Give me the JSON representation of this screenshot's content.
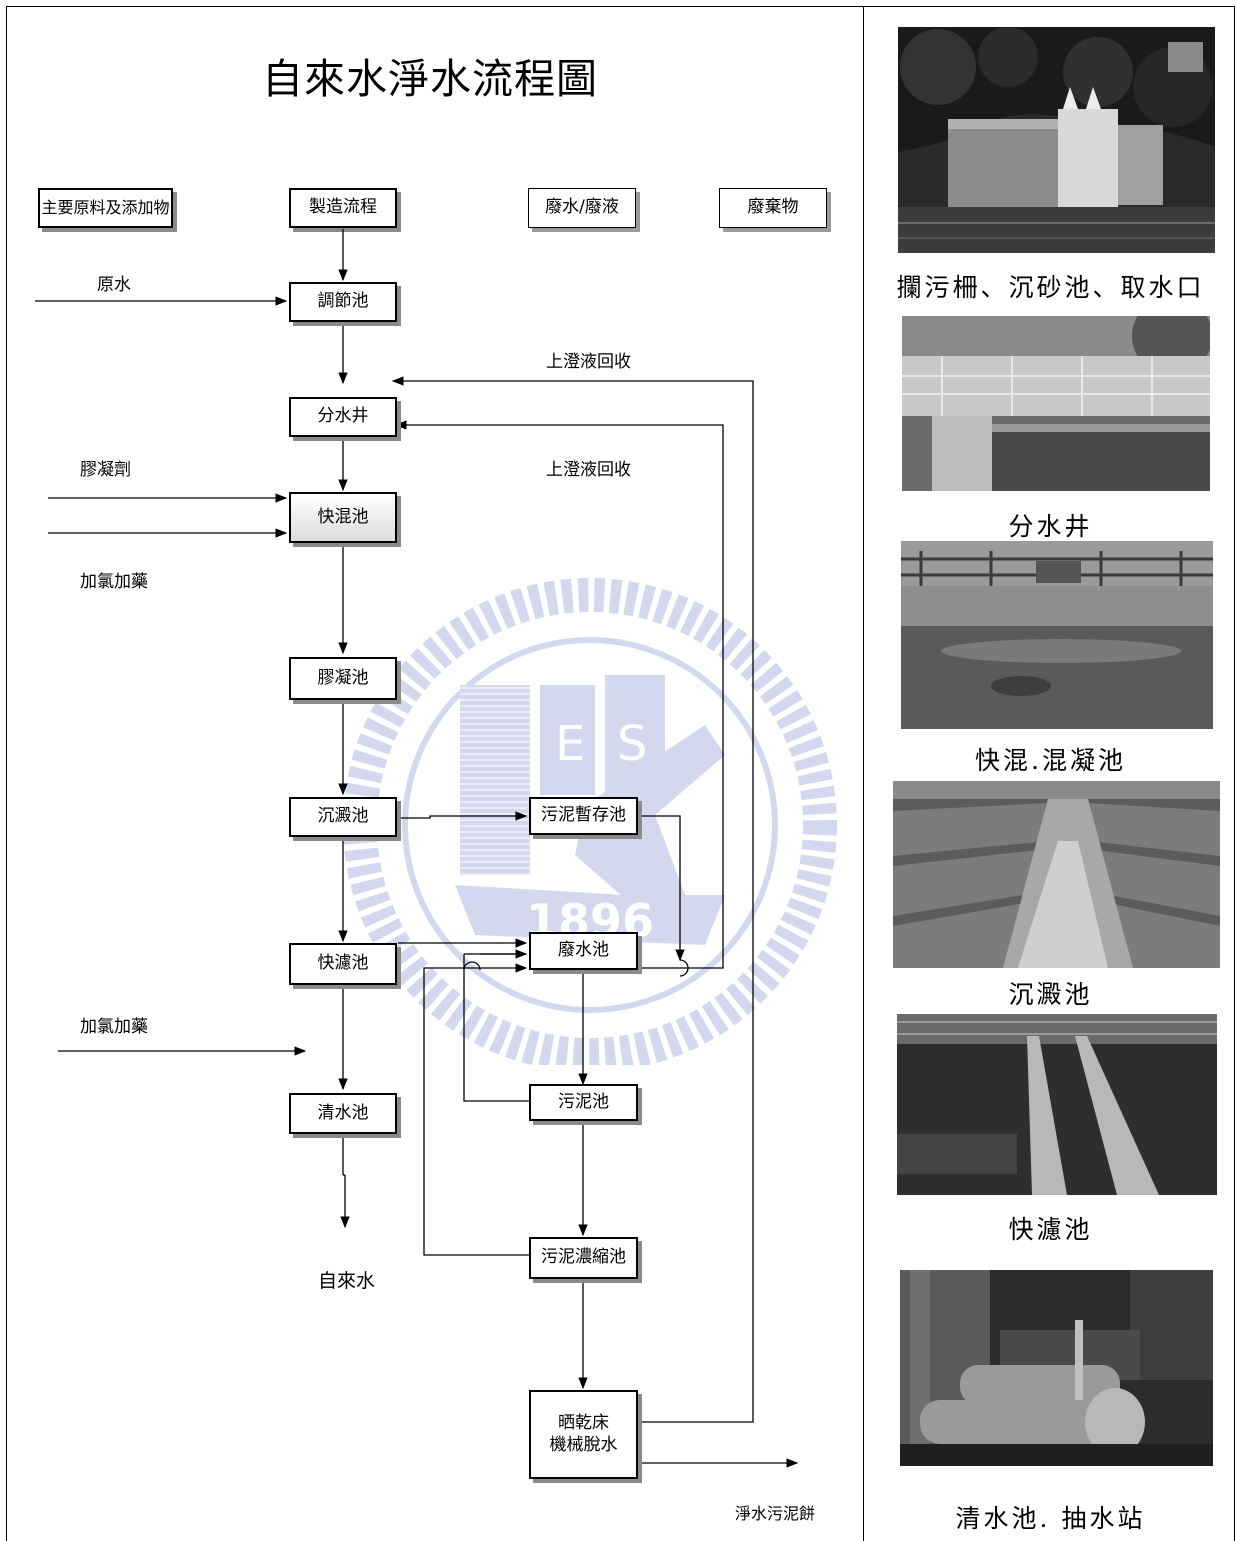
{
  "title": "自來水淨水流程圖",
  "headers": {
    "materials": "主要原料及添加物",
    "process": "製造流程",
    "wastewater": "廢水/廢液",
    "waste": "廢棄物"
  },
  "process_boxes": {
    "regulating": "調節池",
    "splitting": "分水井",
    "rapid_mix": "快混池",
    "coagulation": "膠凝池",
    "sedimentation": "沉澱池",
    "rapid_filter": "快濾池",
    "clear_water": "清水池",
    "sludge_temp": "污泥暫存池",
    "waste_water_pool": "廢水池",
    "sludge_pool": "污泥池",
    "sludge_thicken": "污泥濃縮池",
    "drying": "晒乾床\n機械脫水"
  },
  "labels": {
    "raw_water": "原水",
    "supernatant_1": "上澄液回收",
    "supernatant_2": "上澄液回收",
    "coagulant": "膠凝劑",
    "chlorine_1": "加氯加藥",
    "chlorine_2": "加氯加藥",
    "tap_water": "自來水",
    "sludge_cake": "淨水污泥餅"
  },
  "watermark": {
    "letters": [
      "E",
      "S"
    ],
    "year": "1896"
  },
  "photos": [
    {
      "caption": "攔污柵、沉砂池、取水口",
      "scene": "dam-intake"
    },
    {
      "caption": "分水井",
      "scene": "splitting-well"
    },
    {
      "caption": "快混.混凝池",
      "scene": "mixing-basin"
    },
    {
      "caption": "沉澱池",
      "scene": "sedimentation-basin"
    },
    {
      "caption": "快濾池",
      "scene": "filter-basin"
    },
    {
      "caption": "清水池. 抽水站",
      "scene": "pump-station"
    }
  ]
}
